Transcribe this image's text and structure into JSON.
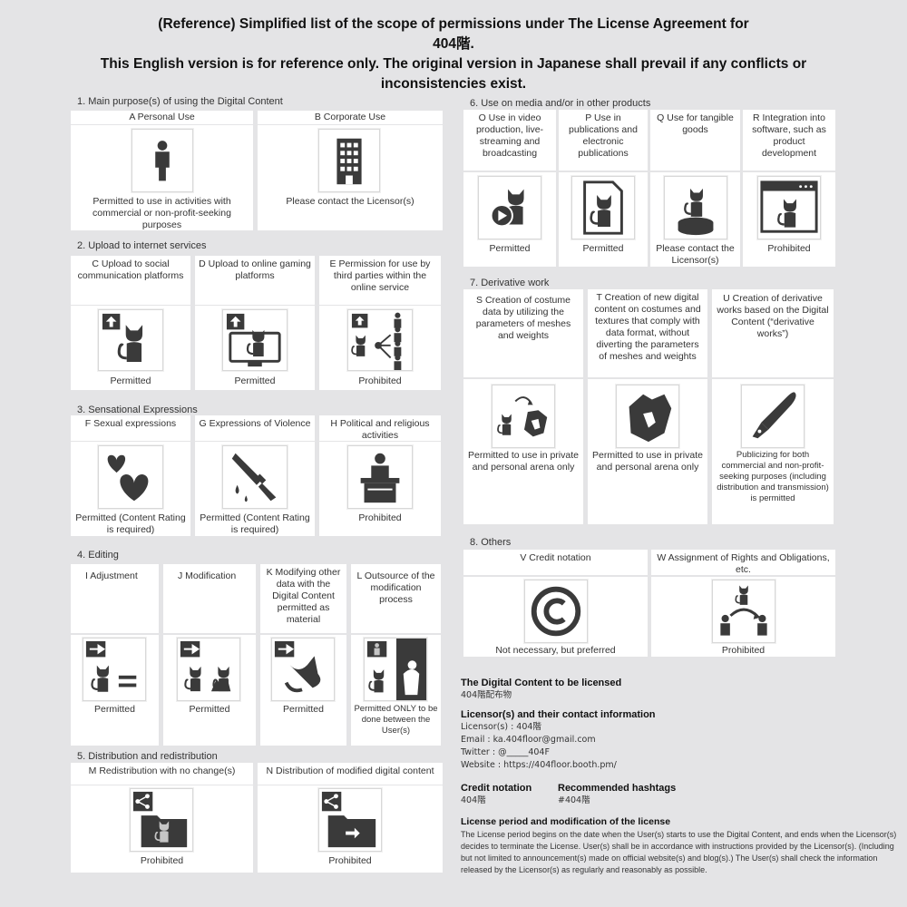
{
  "header": {
    "line1": "(Reference) Simplified list of the scope of permissions under The License Agreement for",
    "line2": "404階.",
    "line3": "This English version is for reference only. The original version in Japanese shall prevail if any conflicts or",
    "line4": "inconsistencies exist."
  },
  "s1": {
    "title": "1. Main purpose(s) of using the Digital Content",
    "a": {
      "head": "A Personal Use",
      "status": "Permitted to use in activities with commercial or non-profit-seeking purposes",
      "icon": "person-icon"
    },
    "b": {
      "head": "B  Corporate Use",
      "status": "Please contact the Licensor(s)",
      "icon": "building-icon"
    }
  },
  "s2": {
    "title": "2. Upload to internet services",
    "c": {
      "head": "C Upload to social communication platforms",
      "status": "Permitted"
    },
    "d": {
      "head": "D Upload to online gaming platforms",
      "status": "Permitted"
    },
    "e": {
      "head": "E Permission for use by third parties within the online service",
      "status": "Prohibited"
    }
  },
  "s3": {
    "title": "3. Sensational Expressions",
    "f": {
      "head": "F Sexual expressions",
      "status": "Permitted (Content Rating is required)"
    },
    "g": {
      "head": "G Expressions of Violence",
      "status": "Permitted (Content Rating is required)"
    },
    "h": {
      "head": "H Political and religious activities",
      "status": "Prohibited"
    }
  },
  "s4": {
    "title": "4. Editing",
    "i": {
      "head": "I Adjustment",
      "status": "Permitted"
    },
    "j": {
      "head": "J Modification",
      "status": "Permitted"
    },
    "k": {
      "head": "K Modifying other data with the Digital Content permitted as material",
      "status": "Permitted"
    },
    "l": {
      "head": "L Outsource of the modification process",
      "status": "Permitted ONLY to be done between the User(s)"
    }
  },
  "s5": {
    "title": "5. Distribution and redistribution",
    "m": {
      "head": "M Redistribution with no change(s)",
      "status": "Prohibited"
    },
    "n": {
      "head": "N Distribution of modified digital content",
      "status": "Prohibited"
    }
  },
  "s6": {
    "title": "6. Use on media and/or in other products",
    "o": {
      "head": "O Use in video production, live-streaming and broadcasting",
      "status": "Permitted"
    },
    "p": {
      "head": "P Use in publications and electronic publications",
      "status": "Permitted"
    },
    "q": {
      "head": "Q Use for tangible goods",
      "status": "Please contact the Licensor(s)"
    },
    "r": {
      "head": "R Integration into software, such as product development",
      "status": "Prohibited"
    }
  },
  "s7": {
    "title": "7. Derivative work",
    "s": {
      "head": "S Creation of costume data by utilizing the parameters of meshes and weights",
      "status": "Permitted to use in private and personal arena only"
    },
    "t": {
      "head": "T Creation of new digital content on costumes and textures that comply with data format, without diverting the parameters of meshes and weights",
      "status": "Permitted to use in private and personal arena only"
    },
    "u": {
      "head": "U Creation of derivative works based on the Digital Content (“derivative works”)",
      "status": "Publicizing for both commercial and non-profit-seeking purposes (including distribution and transmission) is permitted"
    }
  },
  "s8": {
    "title": "8. Others",
    "v": {
      "head": "V Credit notation",
      "status": "Not necessary, but preferred"
    },
    "w": {
      "head": "W Assignment of Rights and Obligations, etc.",
      "status": "Prohibited"
    }
  },
  "info": {
    "content_title": "The Digital Content to be licensed",
    "content_value": "404階配布物",
    "licensor_title": "Licensor(s) and their contact information",
    "licensor": "Licensor(s) : 404階",
    "email": "Email :  ka.404floor@gmail.com",
    "twitter": "Twitter : @_____404F",
    "website": "Website : https://404floor.booth.pm/",
    "credit_title": "Credit notation",
    "credit_value": "404階",
    "hashtag_title": "Recommended hashtags",
    "hashtag_value": "#404階",
    "period_title": "License period and modification of the license",
    "period_text": "The License period begins on the date when the User(s) starts to use the Digital Content, and ends when the Licensor(s) decides to terminate the License. User(s) shall be in accordance with instructions provided by the Licensor(s). (Including but not limited to announcement(s) made on official website(s) and blog(s).) The User(s) shall check the information released by the Licensor(s) as regularly and reasonably as possible."
  },
  "colors": {
    "icon": "#3a3a3a",
    "panel": "#ffffff",
    "background": "#e4e4e6"
  }
}
